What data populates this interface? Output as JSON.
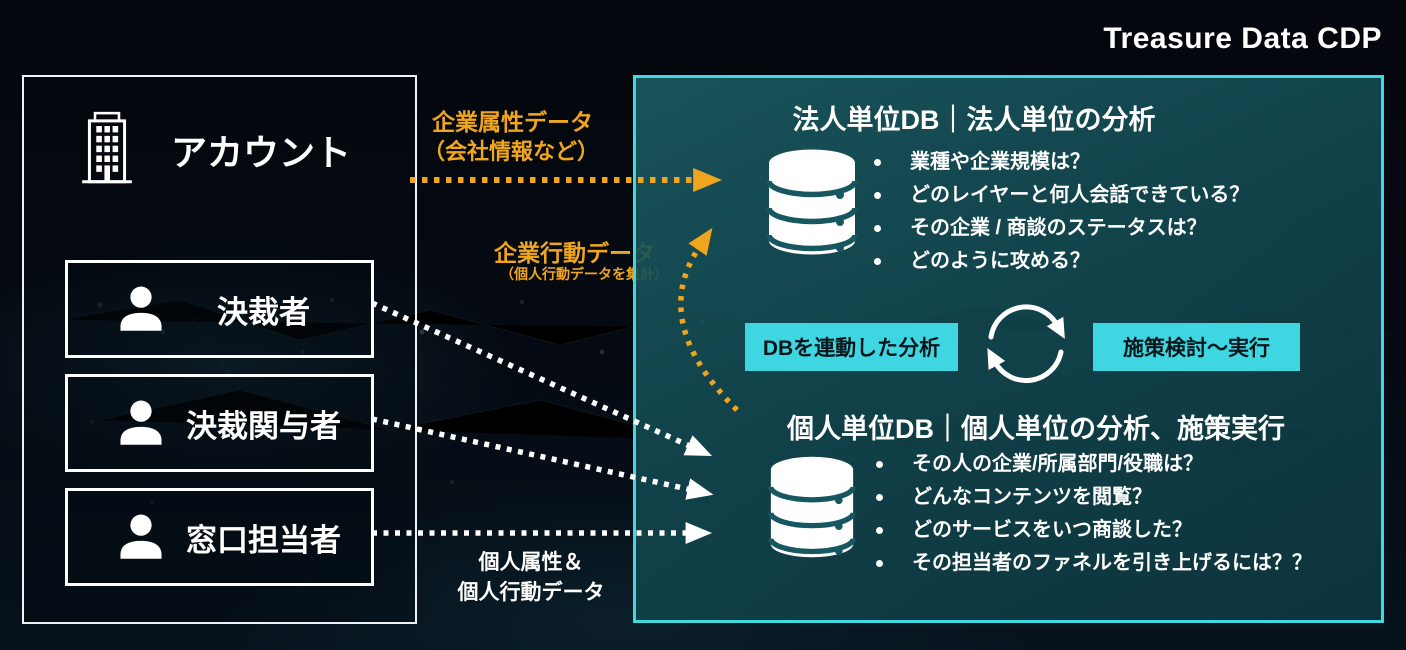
{
  "title": "Treasure Data CDP",
  "account_panel": {
    "title": "アカウント",
    "roles": [
      {
        "label": "決裁者"
      },
      {
        "label": "決裁関与者"
      },
      {
        "label": "窓口担当者"
      }
    ]
  },
  "flow_labels": {
    "corporate_attribute_line1": "企業属性データ",
    "corporate_attribute_line2": "（会社情報など）",
    "corporate_behavior_line1": "企業行動データ",
    "corporate_behavior_line2": "（個人行動データを集計）",
    "personal_line1": "個人属性＆",
    "personal_line2": "個人行動データ"
  },
  "cdp_panel": {
    "corporate_db": {
      "title": "法人単位DB｜法人単位の分析",
      "bullets": [
        "業種や企業規模は？",
        "どのレイヤーと何人会話できている？",
        "その企業 / 商談のステータスは？",
        "どのように攻める？"
      ]
    },
    "cycle": {
      "left_label": "DBを連動した分析",
      "right_label": "施策検討〜実行"
    },
    "personal_db": {
      "title": "個人単位DB｜個人単位の分析、施策実行",
      "bullets": [
        "その人の企業/所属部門/役職は？",
        "どんなコンテンツを閲覧？",
        "どのサービスをいつ商談した？",
        "その担当者のファネルを引き上げるには？？"
      ]
    }
  },
  "colors": {
    "accent_cyan": "#3ED6E0",
    "accent_orange": "#F0A51E",
    "panel_border": "#40D9E3",
    "panel_teal": "#17575F"
  }
}
